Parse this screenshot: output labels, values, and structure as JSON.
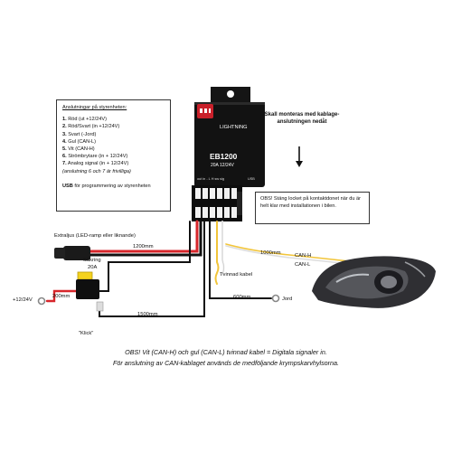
{
  "info_box": {
    "title": "Anslutningar på styrenheten:",
    "items": [
      {
        "num": "1.",
        "text": " Röd (ut +12/24V)"
      },
      {
        "num": "2.",
        "text": " Röd/Svart (in +12/24V)"
      },
      {
        "num": "3.",
        "text": " Svart (-Jord)"
      },
      {
        "num": "4.",
        "text": " Gul (CAN-L)"
      },
      {
        "num": "5.",
        "text": " Vit (CAN-H)"
      },
      {
        "num": "6.",
        "text": " Strömbrytare (in + 12/24V)"
      },
      {
        "num": "7.",
        "text": " Analog signal (in + 12/24V)"
      }
    ],
    "optional_note": "(anslutning 6 och 7 är frivilliga)",
    "usb_bold": "USB",
    "usb_text": " för programmering av styrenheten"
  },
  "controller": {
    "brand": "LIGHTNING",
    "model": "EB1200",
    "rating": "20A 12/24V",
    "port_labels": "out in  -  L  H  sw  sig",
    "usb_label": "USB"
  },
  "mount_note": "Skall monteras med kablage-anslutningen nedåt",
  "warn_note": "OBS! Stäng locket på kontaktdonet när du är helt klar med installationen i bilen.",
  "labels": {
    "extraljus": "Extraljus (LED-ramp eller liknande)",
    "len_1200": "1200mm",
    "sakring": "Säkring",
    "sakring_amp": "20A",
    "supply": "+12/24V",
    "len_200": "200mm",
    "klick": "\"Klick\"",
    "len_1500": "1500mm",
    "len_600": "600mm",
    "jord": "Jord",
    "tvinnad": "Tvinnad kabel",
    "len_1000": "1000mm",
    "can_h": "CAN-H",
    "can_l": "CAN-L"
  },
  "footer": {
    "line1": "OBS! Vit (CAN-H) och gul (CAN-L) tvinnad kabel = Digitala signaler in.",
    "line2": "För anslutning av CAN-kablaget används de medföljande krympskarvhylsorna."
  },
  "colors": {
    "wire_red": "#d7262b",
    "wire_black": "#111111",
    "can_yellow": "#f2c53a",
    "fuse_yellow": "#f4d21f",
    "controller_red": "#c9202a"
  }
}
